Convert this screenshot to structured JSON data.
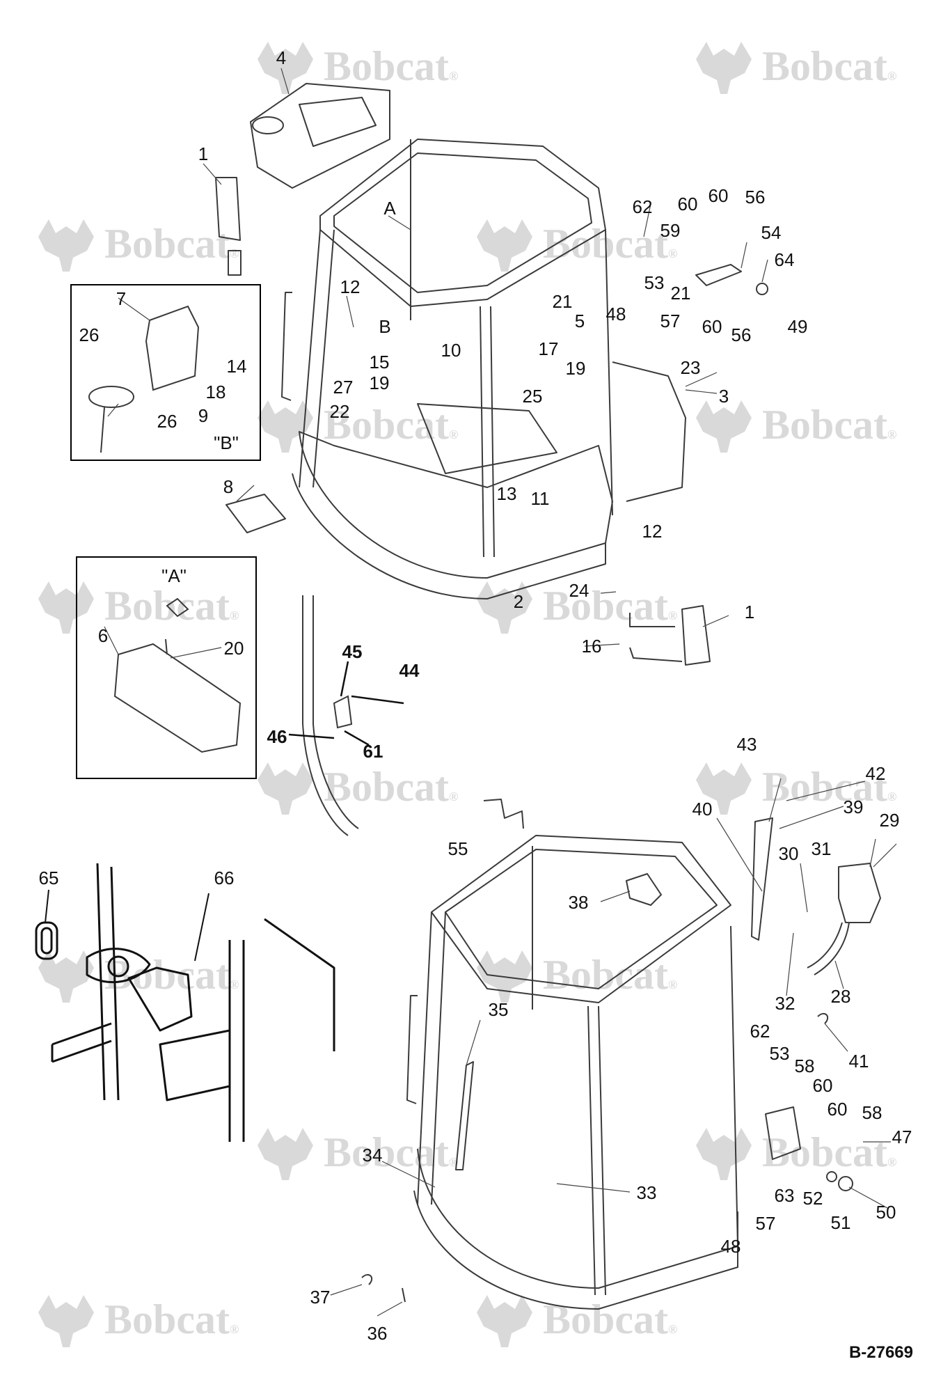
{
  "drawing": {
    "number": "B-27669",
    "watermark_text": "Bobcat",
    "watermark_mark": "®",
    "line_color": "#3a3a3a",
    "watermark_color": "#d9d9d9"
  },
  "callouts": {
    "c1": "1",
    "c1b": "1",
    "c2": "2",
    "c3": "3",
    "c4": "4",
    "c5": "5",
    "c6": "6",
    "c7": "7",
    "c8": "8",
    "c9": "9",
    "c10": "10",
    "c11": "11",
    "c12a": "12",
    "c12b": "12",
    "c13": "13",
    "c14": "14",
    "c15": "15",
    "c16": "16",
    "c17": "17",
    "c18": "18",
    "c19a": "19",
    "c19b": "19",
    "c20": "20",
    "c21a": "21",
    "c21b": "21",
    "c22": "22",
    "c23": "23",
    "c24": "24",
    "c25": "25",
    "c26a": "26",
    "c26b": "26",
    "c27": "27",
    "c28": "28",
    "c29": "29",
    "c30": "30",
    "c31": "31",
    "c32": "32",
    "c33": "33",
    "c34": "34",
    "c35": "35",
    "c36": "36",
    "c37": "37",
    "c38": "38",
    "c39": "39",
    "c40": "40",
    "c41": "41",
    "c42": "42",
    "c43": "43",
    "c44": "44",
    "c45": "45",
    "c46": "46",
    "c47": "47",
    "c48a": "48",
    "c48b": "48",
    "c49": "49",
    "c50": "50",
    "c51": "51",
    "c52": "52",
    "c53a": "53",
    "c53b": "53",
    "c54": "54",
    "c55": "55",
    "c56a": "56",
    "c56b": "56",
    "c57a": "57",
    "c57b": "57",
    "c58a": "58",
    "c58b": "58",
    "c59": "59",
    "c60a": "60",
    "c60b": "60",
    "c60c": "60",
    "c60d": "60",
    "c60e": "60",
    "c61": "61",
    "c62a": "62",
    "c62b": "62",
    "c63": "63",
    "c64": "64",
    "c65": "65",
    "c66": "66",
    "view_a_ref": "A",
    "view_b_ref": "B"
  },
  "detail_views": {
    "a": {
      "title": "\"A\""
    },
    "b": {
      "title": "\"B\""
    }
  }
}
